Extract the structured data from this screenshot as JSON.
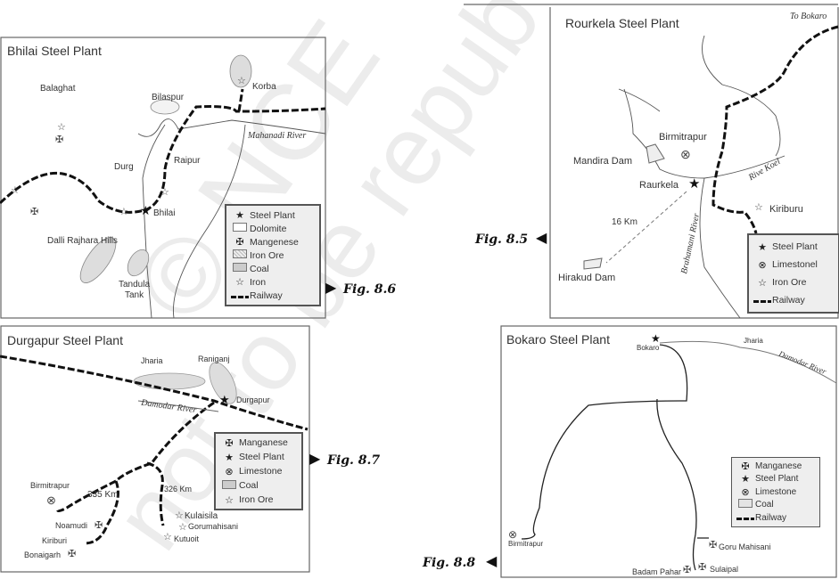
{
  "watermark": {
    "line1": "© NCERT",
    "line2": "not to be republished"
  },
  "bhilai": {
    "title": "Bhilai Steel Plant",
    "figure": "Fig. 8.6",
    "places": {
      "korba": "Korba",
      "bilaspur": "Bilaspur",
      "balaghat": "Balaghat",
      "river": "Mahanadi River",
      "raipur": "Raipur",
      "durg": "Durg",
      "bhilai": "Bhilai",
      "dalli": "Dalli Rajhara Hills",
      "tandula1": "Tandula",
      "tandula2": "Tank"
    },
    "legend": [
      "Steel Plant",
      "Dolomite",
      "Mangenese",
      "Iron Ore",
      "Coal",
      "Iron",
      "Railway"
    ]
  },
  "rourkela": {
    "title": "Rourkela Steel Plant",
    "figure": "Fig. 8.5",
    "places": {
      "to_bokaro": "To Bokaro",
      "birmitrapur": "Birmitrapur",
      "mandira": "Mandira Dam",
      "raurkela": "Raurkela",
      "koel": "Rive Koel",
      "kiriburu": "Kiriburu",
      "distance": "16 Km",
      "brahamani": "Brahamani River",
      "hirakud": "Hirakud Dam"
    },
    "legend": [
      "Steel Plant",
      "Limestonel",
      "Iron Ore",
      "Railway"
    ]
  },
  "durgapur": {
    "title": "Durgapur Steel Plant",
    "figure": "Fig. 8.7",
    "places": {
      "jharia": "Jharia",
      "raniganj": "Raniganj",
      "durgapur": "Durgapur",
      "river": "Damodar River",
      "birmitrapur": "Birmitrapur",
      "d335": "335 Km",
      "d326": "326 Km",
      "kulaisila": "Kulaisila",
      "gorumahisani": "Gorumahisani",
      "kutuoit": "Kutuoit",
      "noamudi": "Noamudi",
      "kiriburi": "Kiriburi",
      "bonaigarh": "Bonaigarh"
    },
    "legend": [
      "Manganese",
      "Steel Plant",
      "Limestone",
      "Coal",
      "Iron Ore"
    ]
  },
  "bokaro": {
    "title": "Bokaro Steel Plant",
    "figure": "Fig. 8.8",
    "places": {
      "bokaro": "Bokaro",
      "jharia": "Jharia",
      "river": "Damodar River",
      "birmitrapur": "Birmitrapur",
      "goru": "Goru Mahisani",
      "badam": "Badam Pahar",
      "sulaipal": "Sulaipal"
    },
    "legend": [
      "Manganese",
      "Steel Plant",
      "Limestone",
      "Coal",
      "Railway"
    ]
  }
}
